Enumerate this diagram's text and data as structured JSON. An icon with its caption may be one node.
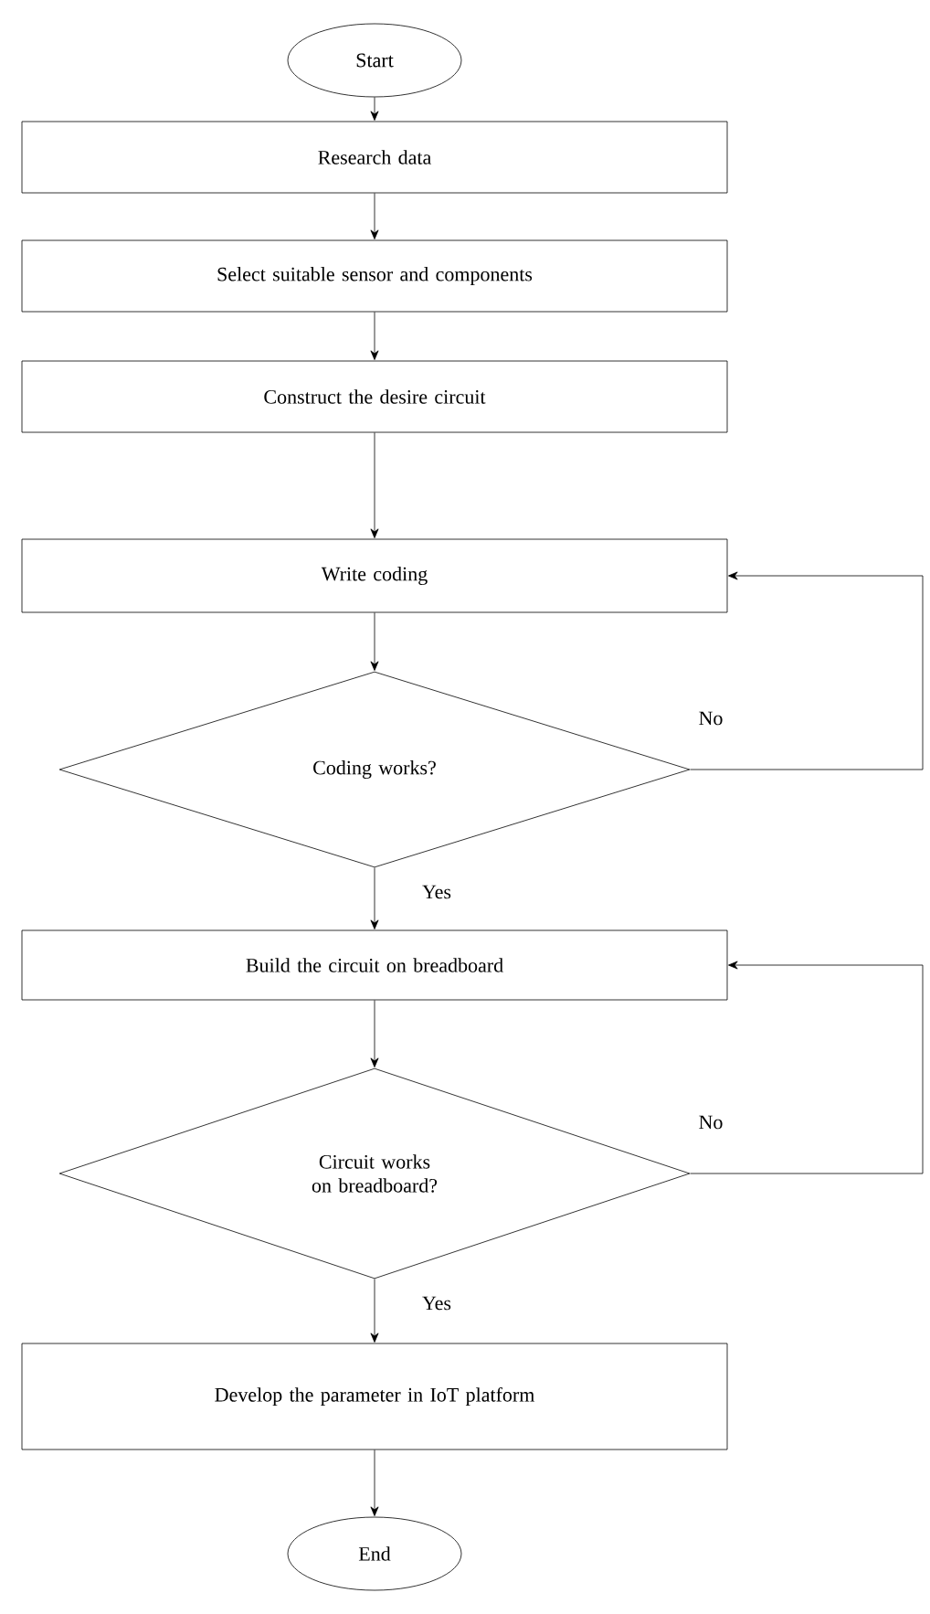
{
  "diagram": {
    "nodes": [
      {
        "text": [
          "Start"
        ]
      },
      {
        "text": [
          "Research data"
        ]
      },
      {
        "text": [
          "Select suitable sensor and components"
        ]
      },
      {
        "text": [
          "Construct the desire circuit"
        ]
      },
      {
        "text": [
          "Write coding"
        ]
      },
      {
        "text": [
          "Coding works?"
        ]
      },
      {
        "text": [
          "Build the circuit on breadboard"
        ]
      },
      {
        "text": [
          "Circuit works on breadboard?"
        ]
      },
      {
        "text": [
          "Develop the parameter in IoT platform"
        ]
      },
      {
        "text": [
          "End"
        ]
      }
    ],
    "edges": [
      {
        "from": 0,
        "to": 1,
        "arrow": "to"
      },
      {
        "from": 1,
        "to": 2,
        "arrow": "to"
      },
      {
        "from": 2,
        "to": 3,
        "arrow": "to"
      },
      {
        "from": 3,
        "to": 4,
        "arrow": "to"
      },
      {
        "from": 4,
        "to": 5,
        "arrow": "to"
      },
      {
        "from": 5,
        "to": 6,
        "arrow": "to",
        "label": "Yes"
      },
      {
        "from": 5,
        "to": 4,
        "arrow": "to",
        "label": "No"
      },
      {
        "from": 6,
        "to": 7,
        "arrow": "to"
      },
      {
        "from": 7,
        "to": 8,
        "arrow": "to",
        "label": "Yes"
      },
      {
        "from": 7,
        "to": 6,
        "arrow": "to",
        "label": "No"
      },
      {
        "from": 8,
        "to": 9,
        "arrow": "to"
      }
    ]
  }
}
